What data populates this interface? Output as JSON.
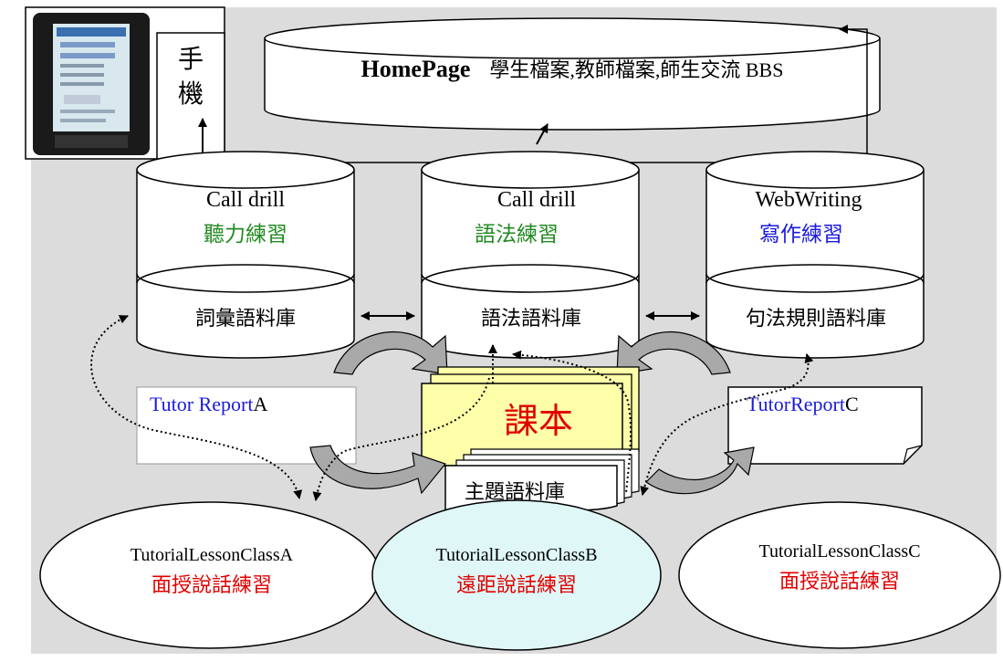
{
  "phone_label": "手機",
  "homepage": {
    "title": "HomePage",
    "subtitle": "學生檔案,教師檔案,師生交流 BBS"
  },
  "cylinders": [
    {
      "name": "Call drill",
      "label": "聽力練習",
      "db": "詞彙語料庫",
      "label_color": "#228b22"
    },
    {
      "name": "Call drill",
      "label": "語法練習",
      "db": "語法語料庫",
      "label_color": "#228b22"
    },
    {
      "name": "WebWriting",
      "label": "寫作練習",
      "db": "句法規則語料庫",
      "label_color": "#1a1adf"
    }
  ],
  "textbook": {
    "label": "課本",
    "color": "#e00000"
  },
  "topic_corpus": "主題語料庫",
  "reports": {
    "a": {
      "prefix": "Tutor Report",
      "suffix": "A"
    },
    "c": {
      "prefix": "TutorReport",
      "suffix": "C"
    }
  },
  "classes": [
    {
      "name": "TutorialLessonClassA",
      "label": "面授說話練習"
    },
    {
      "name": "TutorialLessonClassB",
      "label": "遠距說話練習"
    },
    {
      "name": "TutorialLessonClassC",
      "label": "面授說話練習"
    }
  ],
  "colors": {
    "background": "#dcdcdc",
    "report_blue": "#1a1adf",
    "class_label": "#e00000",
    "textbook_fill": "#ffffaa",
    "class_b_fill": "#dff7f7",
    "arrow_fill": "#a9a9a9"
  }
}
